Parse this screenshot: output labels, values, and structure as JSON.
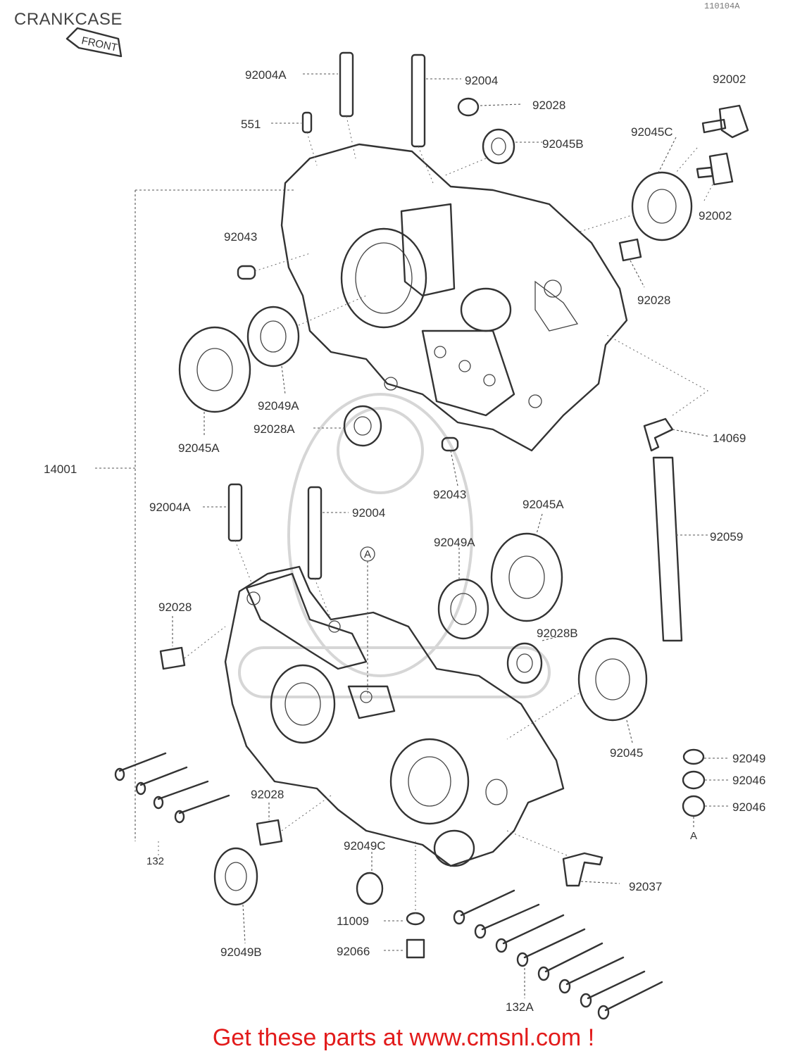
{
  "page": {
    "title": "CRANKCASE",
    "doc_ref": "110104A",
    "footer": "Get these parts at www.cmsnl.com !",
    "footer_color": "#e21b1b"
  },
  "diagram": {
    "front_marker": "FRONT",
    "labels": {
      "p92004A_top": "92004A",
      "p92004_top": "92004",
      "p92002_top": "92002",
      "p92028_top": "92028",
      "p551": "551",
      "p92045B": "92045B",
      "p92045C": "92045C",
      "p92002_mid": "92002",
      "p92043_top": "92043",
      "p92028_right": "92028",
      "p92049A_top": "92049A",
      "p92045A_top": "92045A",
      "p92028A": "92028A",
      "p14069": "14069",
      "p14001": "14001",
      "p92043_mid": "92043",
      "p92004A_bot": "92004A",
      "p92004_bot": "92004",
      "p92045A_bot": "92045A",
      "p92059": "92059",
      "markerA_top": "A",
      "p92049A_bot": "92049A",
      "p92028_left": "92028",
      "p92028B": "92028B",
      "p92045": "92045",
      "p92049": "92049",
      "p92046_a": "92046",
      "p92046_b": "92046",
      "markerA_bot": "A",
      "p92028_bot": "92028",
      "p132": "132",
      "p92049C": "92049C",
      "p92037": "92037",
      "p92049B": "92049B",
      "p11009": "11009",
      "p92066": "92066",
      "p132A": "132A"
    }
  }
}
